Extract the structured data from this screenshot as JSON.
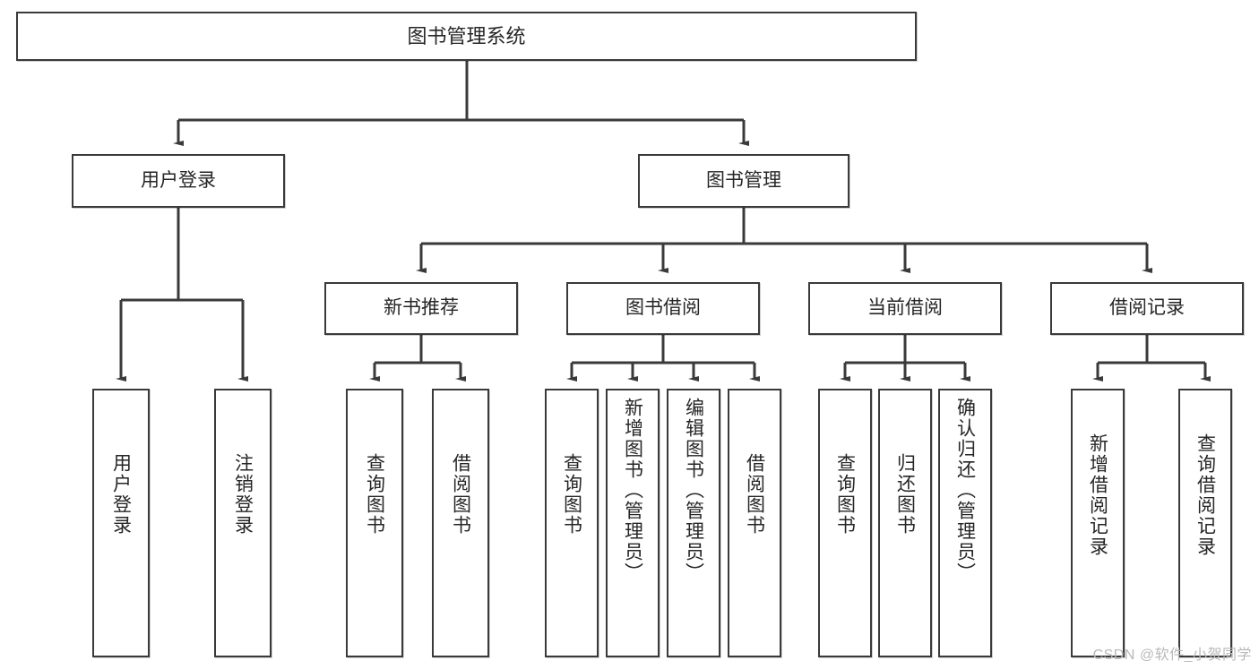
{
  "diagram": {
    "title_node": {
      "label": "图书管理系统"
    },
    "level1": [
      {
        "id": "user-login",
        "label": "用户登录"
      },
      {
        "id": "book-management",
        "label": "图书管理"
      }
    ],
    "level2": [
      {
        "id": "new-book-recommend",
        "label": "新书推荐"
      },
      {
        "id": "book-borrow",
        "label": "图书借阅"
      },
      {
        "id": "current-borrow",
        "label": "当前借阅"
      },
      {
        "id": "borrow-record",
        "label": "借阅记录"
      }
    ],
    "leaves": {
      "user_login": [
        {
          "id": "leaf-user-login",
          "label": "用户登录"
        },
        {
          "id": "leaf-logout-login",
          "label": "注销登录"
        }
      ],
      "new_book_recommend": [
        {
          "id": "leaf-query-book-1",
          "label": "查询图书"
        },
        {
          "id": "leaf-borrow-book-1",
          "label": "借阅图书"
        }
      ],
      "book_borrow": [
        {
          "id": "leaf-query-book-2",
          "label": "查询图书"
        },
        {
          "id": "leaf-add-book",
          "label": "新增图书（管理员）"
        },
        {
          "id": "leaf-edit-book",
          "label": "编辑图书（管理员）"
        },
        {
          "id": "leaf-borrow-book-2",
          "label": "借阅图书"
        }
      ],
      "current_borrow": [
        {
          "id": "leaf-query-book-3",
          "label": "查询图书"
        },
        {
          "id": "leaf-return-book",
          "label": "归还图书"
        },
        {
          "id": "leaf-confirm-return",
          "label": "确认归还（管理员）"
        }
      ],
      "borrow_record": [
        {
          "id": "leaf-add-record",
          "label": "新增借阅记录"
        },
        {
          "id": "leaf-query-record",
          "label": "查询借阅记录"
        }
      ]
    },
    "colors": {
      "stroke": "#3a3a3a",
      "node_fill": "#ffffff",
      "text": "#262626",
      "watermark": "#b9b9b9",
      "background": "#ffffff"
    }
  },
  "watermark": {
    "text": "CSDN @软件_小贺同学"
  }
}
